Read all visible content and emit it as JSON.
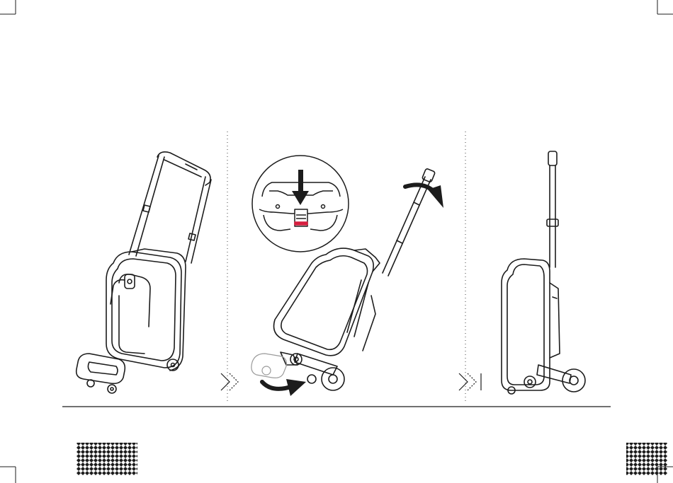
{
  "page": {
    "page_number": "",
    "colors": {
      "line": "#1c1c1c",
      "accent": "#d61f3f",
      "divider": "#777777",
      "background": "#ffffff"
    }
  },
  "steps": [
    {
      "id": "step-1",
      "illustration": "suitcase-upright-handle-extended-icon"
    },
    {
      "id": "step-2",
      "illustration": "suitcase-tilted-fold-release-icon",
      "detail": "release-button-zoom-icon"
    },
    {
      "id": "step-3",
      "illustration": "suitcase-folded-upright-icon"
    }
  ],
  "arrows": [
    "next-step-chevron-icon",
    "next-step-chevron-icon"
  ],
  "decor": [
    "diamond-pattern-left-icon",
    "diamond-pattern-right-icon"
  ]
}
